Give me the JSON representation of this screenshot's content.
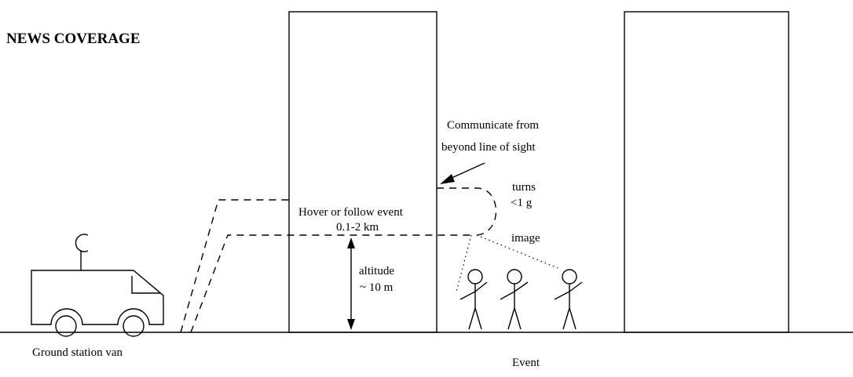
{
  "title": "NEWS COVERAGE",
  "labels": {
    "communicate_line1": "Communicate from",
    "communicate_line2": "beyond line of sight",
    "turns_line1": "turns",
    "turns_line2": "<1 g",
    "hover_line1": "Hover or follow event",
    "hover_line2": "0.1-2 km",
    "image": "image",
    "altitude_line1": "altitude",
    "altitude_line2": "~ 10 m",
    "ground_station": "Ground station van",
    "event": "Event"
  }
}
